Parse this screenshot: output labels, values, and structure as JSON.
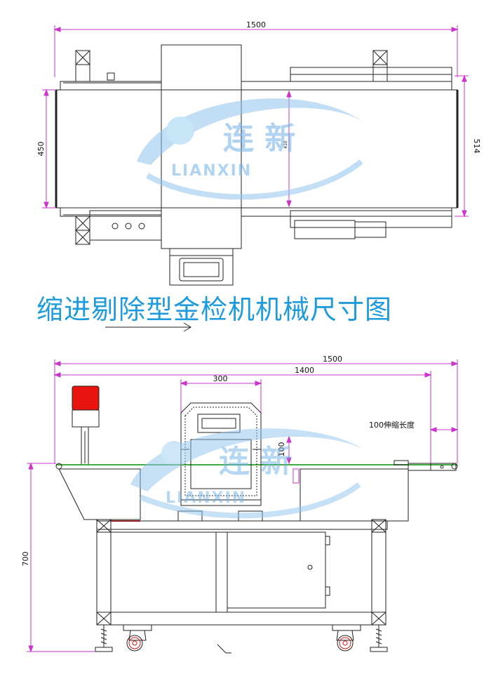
{
  "title": "缩进剔除型金检机机械尺寸图",
  "watermark": {
    "brand_cn": "连 新",
    "brand_en": "LIANXIN"
  },
  "top_view": {
    "overall_length": "1500",
    "belt_width": "450",
    "overall_width": "514",
    "inner_width": "410"
  },
  "front_view": {
    "overall_length": "1500",
    "belt_length": "1400",
    "aperture_width": "300",
    "aperture_height": "100",
    "retract_label": "100伸缩长度",
    "height": "700"
  },
  "colors": {
    "line": "#222222",
    "dimension": "#cc33cc",
    "title": "#1e9bdc",
    "beacon": "#e8140f",
    "belt_edge": "#44aa44"
  }
}
